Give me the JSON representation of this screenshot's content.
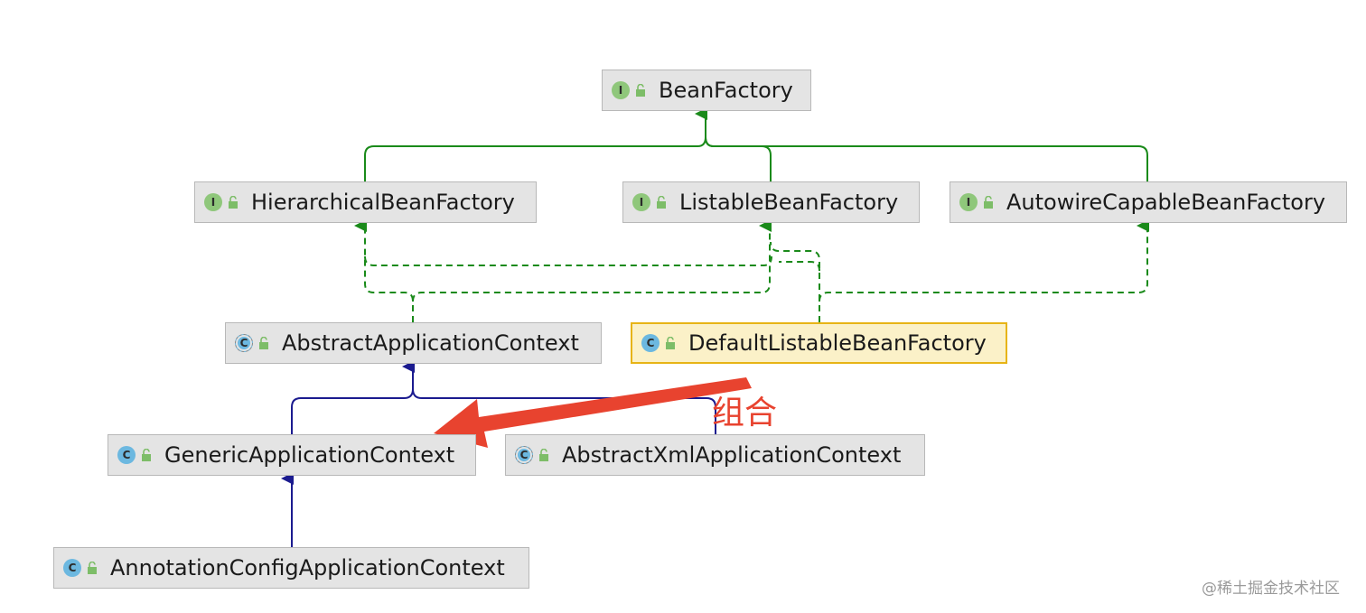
{
  "nodes": {
    "bean_factory": {
      "label": "BeanFactory",
      "kind": "interface",
      "badge": "I"
    },
    "hierarchical_bean_factory": {
      "label": "HierarchicalBeanFactory",
      "kind": "interface",
      "badge": "I"
    },
    "listable_bean_factory": {
      "label": "ListableBeanFactory",
      "kind": "interface",
      "badge": "I"
    },
    "autowire_capable_bean_factory": {
      "label": "AutowireCapableBeanFactory",
      "kind": "interface",
      "badge": "I"
    },
    "abstract_application_context": {
      "label": "AbstractApplicationContext",
      "kind": "abstract-class",
      "badge": "C"
    },
    "default_listable_bean_factory": {
      "label": "DefaultListableBeanFactory",
      "kind": "class",
      "badge": "C"
    },
    "generic_application_context": {
      "label": "GenericApplicationContext",
      "kind": "class",
      "badge": "C"
    },
    "abstract_xml_application_context": {
      "label": "AbstractXmlApplicationContext",
      "kind": "abstract-class",
      "badge": "C"
    },
    "annotation_config_application_context": {
      "label": "AnnotationConfigApplicationContext",
      "kind": "class",
      "badge": "C"
    }
  },
  "edges": [
    {
      "from": "hierarchical_bean_factory",
      "to": "bean_factory",
      "type": "extends-interface"
    },
    {
      "from": "listable_bean_factory",
      "to": "bean_factory",
      "type": "extends-interface"
    },
    {
      "from": "autowire_capable_bean_factory",
      "to": "bean_factory",
      "type": "extends-interface"
    },
    {
      "from": "abstract_application_context",
      "to": "hierarchical_bean_factory",
      "type": "implements"
    },
    {
      "from": "abstract_application_context",
      "to": "listable_bean_factory",
      "type": "implements"
    },
    {
      "from": "default_listable_bean_factory",
      "to": "listable_bean_factory",
      "type": "implements"
    },
    {
      "from": "default_listable_bean_factory",
      "to": "autowire_capable_bean_factory",
      "type": "implements"
    },
    {
      "from": "generic_application_context",
      "to": "abstract_application_context",
      "type": "extends-class"
    },
    {
      "from": "abstract_xml_application_context",
      "to": "abstract_application_context",
      "type": "extends-class"
    },
    {
      "from": "annotation_config_application_context",
      "to": "generic_application_context",
      "type": "extends-class"
    }
  ],
  "annotation": {
    "text": "组合",
    "color": "#e8432f",
    "from": "default_listable_bean_factory",
    "to": "generic_application_context"
  },
  "watermark": "@稀土掘金技术社区",
  "colors": {
    "interface_edge": "#1a8a1a",
    "class_edge": "#1b1b8f",
    "interface_badge": "#8fc77b",
    "class_badge": "#6cb8e0",
    "selected_border": "#e7b416",
    "annotation_arrow": "#e8432f"
  },
  "icons": {
    "visibility": "unlocked-lock-icon"
  }
}
